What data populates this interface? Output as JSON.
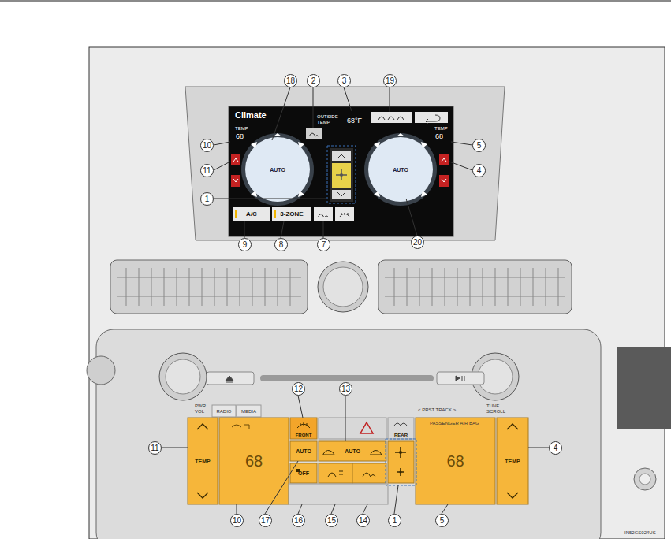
{
  "diagram": {
    "nodes": [
      {
        "text": [
          "Climate"
        ]
      },
      {
        "text": [
          "A/C"
        ],
        "in": 0
      },
      {
        "text": [
          "3-ZONE"
        ],
        "in": 0
      },
      {
        "text": [
          "AUTO"
        ],
        "in": 0
      },
      {
        "text": [
          "AUTO"
        ],
        "in": 0
      },
      {
        "text": [
          "TEMP"
        ]
      },
      {
        "text": [
          "68"
        ]
      },
      {
        "text": [
          "FRONT"
        ]
      },
      {
        "text": [
          "AUTO"
        ]
      },
      {
        "text": [
          "OFF"
        ]
      },
      {
        "text": [
          "AUTO"
        ]
      },
      {
        "text": [
          "REAR"
        ]
      },
      {
        "text": [
          "68"
        ]
      },
      {
        "text": [
          "TEMP"
        ]
      },
      {
        "text": [
          "RADIO"
        ]
      },
      {
        "text": [
          "MEDIA"
        ]
      }
    ],
    "labels": [
      "18",
      "2",
      "3",
      "19",
      "10",
      "5",
      "11",
      "4",
      "1",
      "20",
      "9",
      "8",
      "7",
      "12",
      "13",
      "11",
      "4",
      "10",
      "17",
      "16",
      "15",
      "14",
      "1",
      "5",
      "OUTSIDE TEMP",
      "68°F",
      "TEMP",
      "68",
      "TEMP",
      "68",
      "PWR VOL",
      "< PRST TRACK >",
      "TUNE SCROLL",
      "PASSENGER AIR BAG",
      "IN52GS024US"
    ]
  }
}
